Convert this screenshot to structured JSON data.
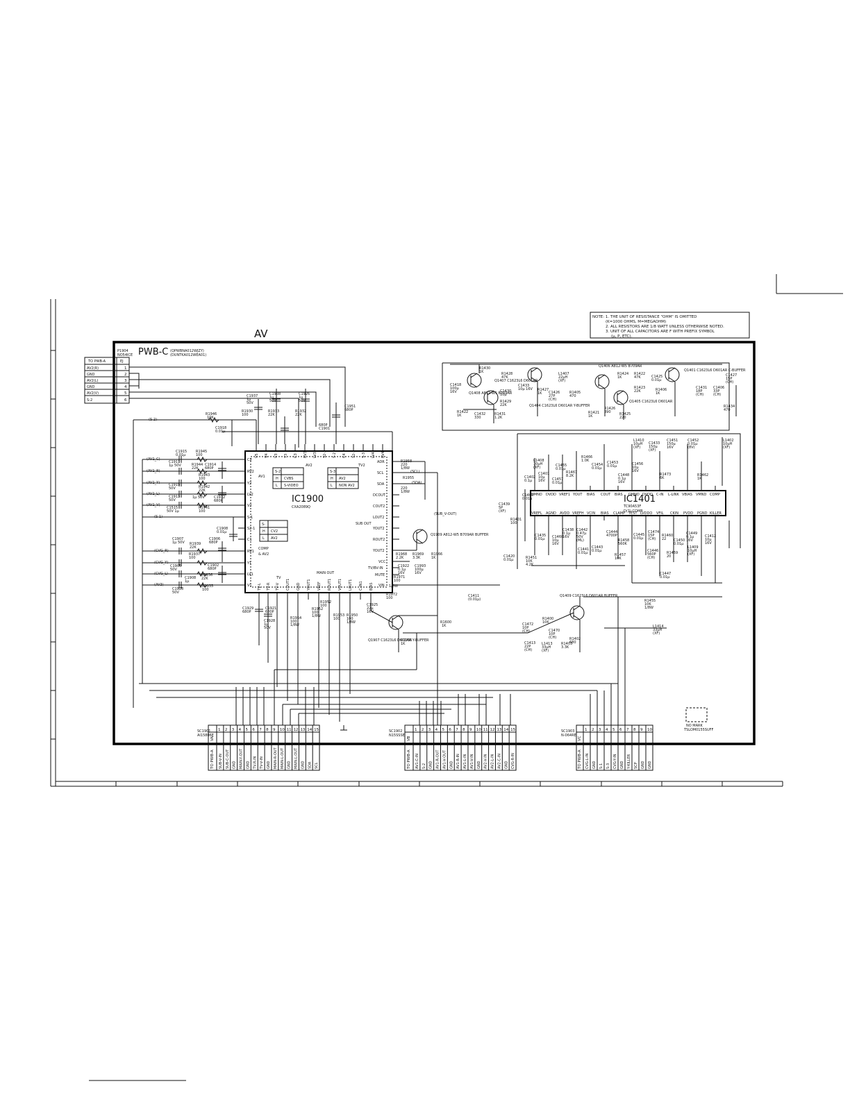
{
  "page": {
    "section": "AV",
    "board": "PWB-C",
    "board_code": "(QPWBNA012WJZY)",
    "board_code2": "(DUNTKA012WEA01)"
  },
  "notes": {
    "line1": "NOTE: 1. THE UNIT OF RESISTANCE \"OHM\" IS OMITTED",
    "line2": "(K=1000 OHMS, M=MEGAOHM)",
    "line3": "2. ALL RESISTORS ARE 1/8 WATT UNLESS OTHERWISE NOTED.",
    "line4": "3. UNIT OF ALL CAPACITORS ARE F WITH PREFIX SYMBOL",
    "line5": "(μ, P, ETC)."
  },
  "p1904": {
    "ref": "P1904",
    "part": "NO54ICE",
    "header_left": "TO PWB-A",
    "header_right": "EJ",
    "pins": [
      {
        "name": "AV2(R)",
        "num": "1"
      },
      {
        "name": "GND",
        "num": "2"
      },
      {
        "name": "AV2(L)",
        "num": "3"
      },
      {
        "name": "GND",
        "num": "4"
      },
      {
        "name": "AV2(V)",
        "num": "5"
      },
      {
        "name": "S-2",
        "num": "6"
      }
    ]
  },
  "ic1900": {
    "ref": "IC1900",
    "part": "CXA2089Q",
    "sub_out": "SUB OUT",
    "main_out": "MAIN OUT",
    "tv": "TV",
    "av1": "AV1",
    "av2": "AV2",
    "tv2": "TV2",
    "comp": "COMP",
    "av2b": "& AV2"
  },
  "ic1401": {
    "ref": "IC1401",
    "part": "TC90A53F",
    "func": "D(3) COMB"
  },
  "ic1900_pins_left": [
    "C2",
    "RV2",
    "Y2",
    "LV2",
    "V2",
    "S-1",
    "S2-1",
    "C1",
    "RV1",
    "Y1",
    "LV1",
    "V1"
  ],
  "ic1900_pins_top": [
    "V5",
    "V4",
    "V3",
    "Y3",
    "C3",
    "RV3",
    "LV3",
    "S2-2",
    "S-2",
    "C4",
    "S2-3",
    "S-3",
    "LV4",
    "RV4"
  ],
  "ic1900_pins_right": [
    "ADR",
    "SCL",
    "SDA",
    "DCOUT",
    "COUT2",
    "LOUT2",
    "YOUT2",
    "ROUT2",
    "YOUT2",
    "VCC",
    "TV/BV-IN",
    "MUTE",
    "VIN"
  ],
  "ic1900_pins_bottom": [
    "TV-L",
    "TV-R",
    "TV-V",
    "COUT1",
    "GND",
    "YOUT1",
    "VREF",
    "ROUT1",
    "VOUT1",
    "LOUT1",
    "C-IN1",
    "BIAS"
  ],
  "ic1401_pins_top": [
    "DMND",
    "DVDD",
    "VREF1",
    "YOUT",
    "BIAS",
    "COUT",
    "BIAS",
    "DMND",
    "DVDD",
    "C-IN",
    "L-LINK",
    "VBIAS",
    "VMND",
    "COMP"
  ],
  "ic1401_pins_bottom": [
    "VREFL",
    "AGND",
    "AVDD",
    "VREFH",
    "VCIN",
    "BIAS",
    "CLAMP",
    "TEST",
    "LVDDO",
    "VFIL",
    "CKIN",
    "PVDD",
    "PGND",
    "KILLER"
  ],
  "truth_tables": {
    "t1": [
      [
        "S-2",
        ""
      ],
      [
        "H",
        "CVBS"
      ],
      [
        "L",
        "S-VIDEO"
      ]
    ],
    "t2": [
      [
        "S-3",
        ""
      ],
      [
        "H",
        "AV2"
      ],
      [
        "L",
        "NON AV2"
      ]
    ],
    "t3": [
      [
        "S-",
        ""
      ],
      [
        "H",
        "CV2"
      ],
      [
        "L",
        "AV2"
      ]
    ]
  },
  "transistors": {
    "q1408": "Q1408 A812-W5 B709AR",
    "q1407": "Q1407 C1623L6 D601AR",
    "q1404": "Q1404 C1623L6 D601AR Y-BUFFER",
    "q1406": "Q1406 A812-W5 B709AR",
    "q1405": "Q1405 C1623L6 D601AR",
    "q1401": "Q1401 C1623L6 D601AR C-BUFFER",
    "q1909": "Q1909 A812-W5 B709AR BUFFER",
    "q1907": "Q1907 C1623L6 D601AR Y-BUFFER",
    "q1409": "Q1409 C1623L6 D601AR BUFFER"
  },
  "signals": {
    "s2": "(S-2)",
    "av1c": "(AV1_C)",
    "av1r": "(AV1_R)",
    "av1y": "(AV1_Y)",
    "av1l": "(AV1_L)",
    "av1v": "(AV1_V)",
    "s1": "(S-1)",
    "cvgr": "(CVG_R)",
    "cvgy": "(CVG_Y)",
    "cvgl": "(CVG_L)",
    "av3": "(AV3)",
    "subv": "(SUB_V-OUT)"
  },
  "sc1901": {
    "ref": "SC1901",
    "part": "AI15806E",
    "group": "VA",
    "header": "TO PWB-A",
    "pins": [
      "SUB-V-IN",
      "SUB-C-OUT",
      "GND",
      "MAIN-Y-OUT",
      "GND",
      "TV-R-IN",
      "TV-V-IN",
      "GND",
      "MAIN-R-OUT",
      "MAIN-L-OUT",
      "GND",
      "MAIN-L-OUT",
      "GND",
      "SDA",
      "SCL"
    ]
  },
  "sc1902": {
    "ref": "SC1902",
    "part": "N15SSSE",
    "group": "VB",
    "header": "TO PWB-A",
    "pins": [
      "AV1-C-IN",
      "S-2",
      "GND",
      "AV1-R-OUT",
      "AV1-V-OUT",
      "GND",
      "AV1-R-IN",
      "AV1-L-IN",
      "AV1-V-IN",
      "GND",
      "AV2-V-IN",
      "AV2-L-IN",
      "AV2-C-IN",
      "GND",
      "CVG-R-IN"
    ]
  },
  "sc1903": {
    "ref": "SC1903",
    "part": "N-064RE",
    "group": "VC",
    "header": "TO PWB-A",
    "pins": [
      "CVG-L-IN",
      "GND",
      "S-1",
      "S-3",
      "CVG-Y-IN",
      "GND",
      "Y-KILLER",
      "SCP",
      "GND",
      "GND"
    ]
  },
  "legend_box": {
    "line1": "NO MARK",
    "line2": "TSLOM0155SUFF"
  }
}
